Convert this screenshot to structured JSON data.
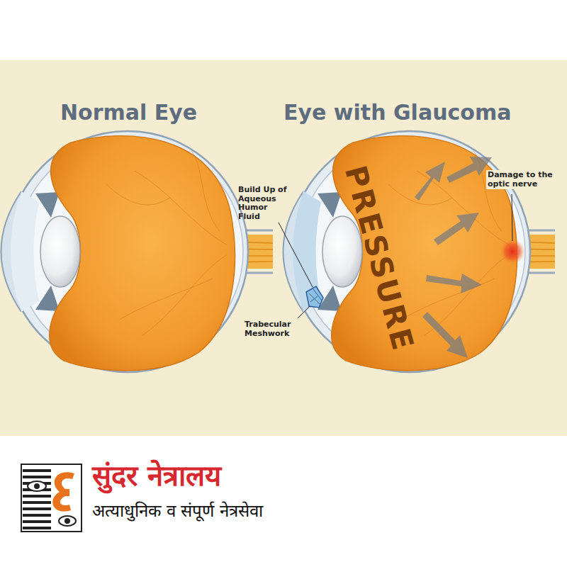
{
  "diagram": {
    "labels": [
      "Normal Eye",
      "Eye with Glaucoma",
      "Build Up of Aqueous Humor Fluid",
      "Trabecular Meshwork",
      "PRESSURE",
      "Damage to the optic nerve",
      "सुंदर नेत्रालय",
      "अत्याधुनिक व संपूर्ण नेत्रसेवा"
    ]
  }
}
